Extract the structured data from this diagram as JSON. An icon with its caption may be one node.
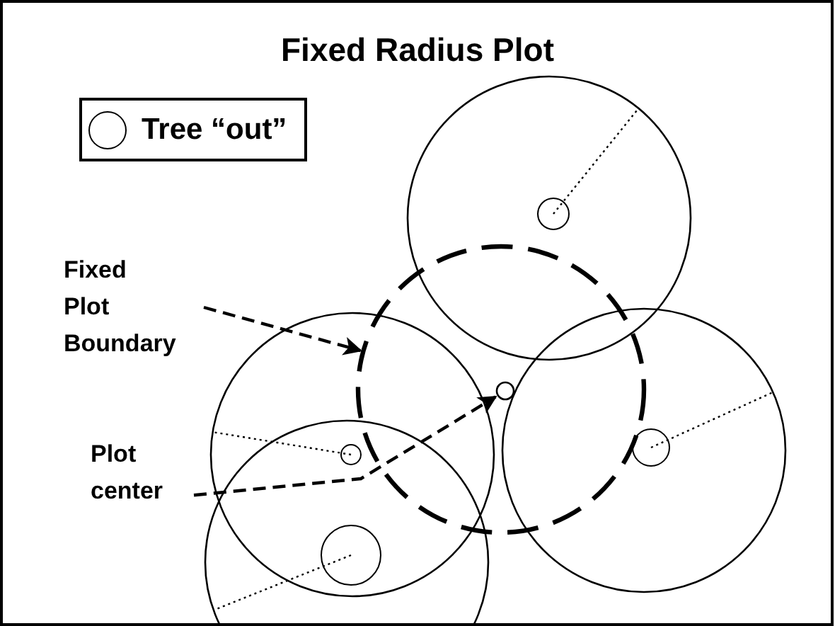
{
  "diagram": {
    "title": "Fixed Radius Plot",
    "nodes": [
      {
        "text": [
          "Fixed Plot Boundary"
        ]
      },
      {
        "text": [
          "Plot center"
        ]
      },
      {
        "text": [],
        "shape": "circle"
      },
      {
        "text": [],
        "shape": "circle",
        "in": 2
      }
    ],
    "edges": [
      {
        "from": 0,
        "to": 2,
        "arrow": "to",
        "style": "dashed"
      },
      {
        "from": 1,
        "to": 3,
        "arrow": "to",
        "style": "dashed"
      }
    ],
    "legend": [
      {
        "text": "Tree “out”"
      }
    ]
  }
}
